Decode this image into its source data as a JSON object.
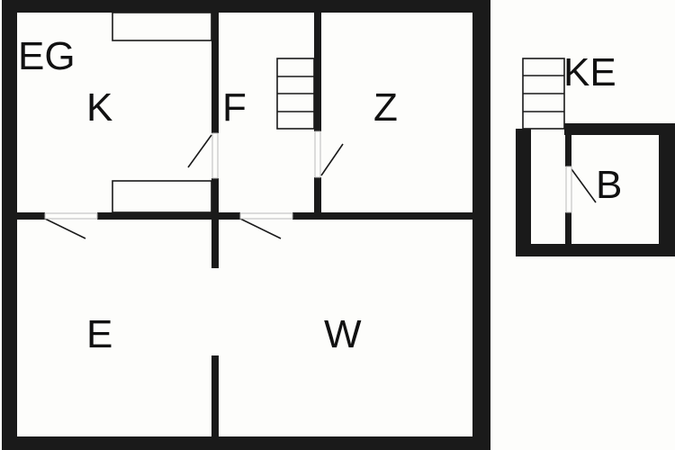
{
  "floor_label": "EG",
  "rooms": {
    "kitchen": "K",
    "hallway": "F",
    "room_z": "Z",
    "room_e": "E",
    "living": "W",
    "basement_entry": "KE",
    "bath": "B"
  },
  "colors": {
    "wall": "#1a1a1a",
    "background": "#fdfdfb"
  }
}
